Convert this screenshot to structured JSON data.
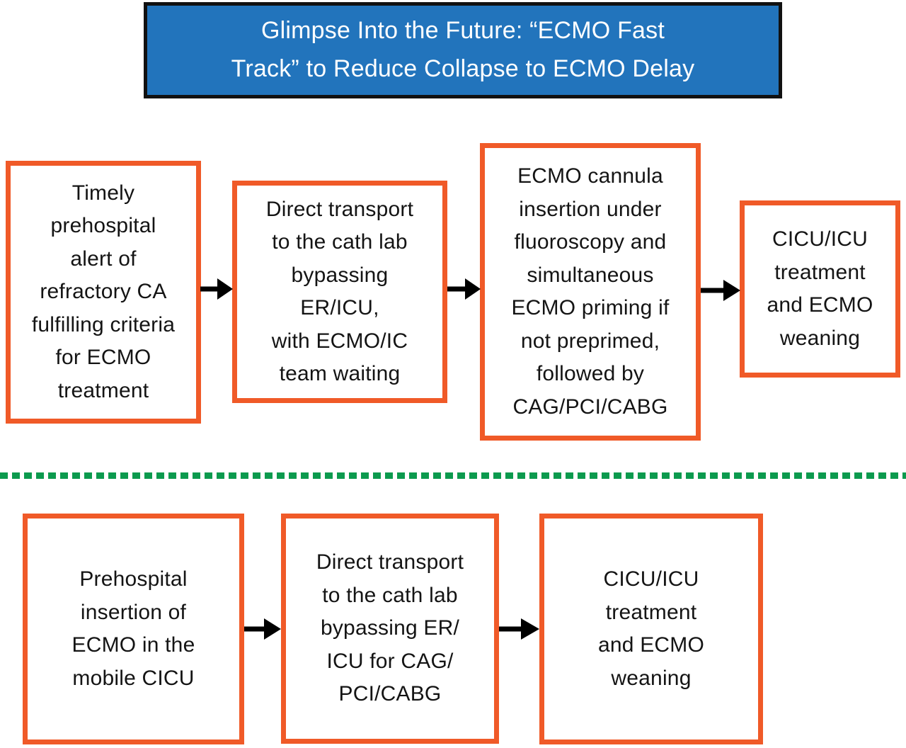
{
  "title": {
    "text": "Glimpse Into the Future: “ECMO Fast\nTrack” to Reduce Collapse to ECMO Delay"
  },
  "colors": {
    "title_bg": "#2274BC",
    "title_border": "#111111",
    "title_text": "#FFFFFF",
    "box_border": "#F05A28",
    "box_bg": "#FFFFFF",
    "text": "#141414",
    "arrow": "#000000",
    "divider": "#0C9A4E",
    "page_bg": "#FFFFFF"
  },
  "top_flow": {
    "steps": [
      {
        "text": "Timely\nprehospital\nalert of\nrefractory CA\nfulfilling criteria\nfor ECMO\ntreatment"
      },
      {
        "text": "Direct transport\nto the cath lab\nbypassing\nER/ICU,\nwith ECMO/IC\nteam waiting"
      },
      {
        "text": "ECMO cannula\ninsertion under\nfluoroscopy and\nsimultaneous\nECMO priming if\nnot preprimed,\nfollowed by\nCAG/PCI/CABG"
      },
      {
        "text": "CICU/ICU\ntreatment\nand ECMO\nweaning"
      }
    ]
  },
  "divider": {
    "style": "dashed",
    "color": "#0C9A4E"
  },
  "bottom_flow": {
    "steps": [
      {
        "text": "Prehospital\ninsertion of\nECMO in the\nmobile CICU"
      },
      {
        "text": "Direct transport\nto the cath lab\nbypassing ER/\nICU for CAG/\nPCI/CABG"
      },
      {
        "text": "CICU/ICU\ntreatment\nand ECMO\nweaning"
      }
    ]
  }
}
